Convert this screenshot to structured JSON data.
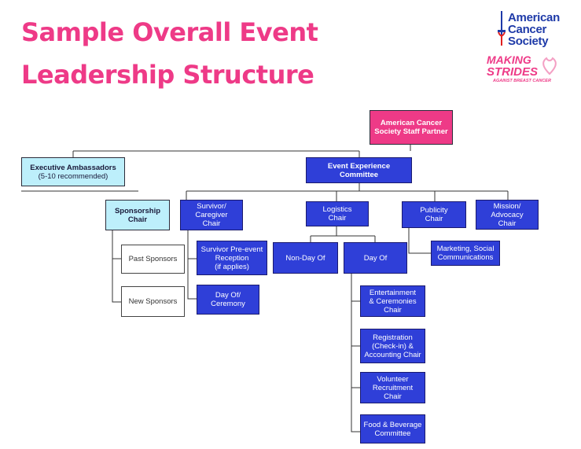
{
  "header": {
    "title_line1": "Sample Overall Event",
    "title_line2": "Leadership Structure"
  },
  "logo": {
    "line1": "American",
    "line2": "Cancer",
    "line3": "Society",
    "badge_line1": "MAKING",
    "badge_line2": "STRIDES",
    "badge_line3": "AGAINST BREAST CANCER",
    "brand_color": "#1e3aa8",
    "accent_color": "#ee3a87"
  },
  "colors": {
    "title": "#ee3a87",
    "box_blue": "#2f3fd8",
    "box_light": "#bdeffb",
    "box_pink": "#ee3a87"
  },
  "org": {
    "staff_partner": "American Cancer\nSociety Staff Partner",
    "exec_ambassadors": "Executive Ambassadors",
    "exec_ambassadors_note": "(5-10 recommended)",
    "event_experience": "Event Experience\nCommittee",
    "sponsorship": "Sponsorship\nChair",
    "past_sponsors": "Past Sponsors",
    "new_sponsors": "New Sponsors",
    "survivor": "Survivor/\nCaregiver\nChair",
    "survivor_pre": "Survivor Pre-event\nReception\n(if applies)",
    "day_of_ceremony": "Day Of/\nCeremony",
    "logistics": "Logistics\nChair",
    "non_day_of": "Non-Day Of",
    "day_of": "Day Of",
    "entertainment": "Entertainment\n& Ceremonies\nChair",
    "registration": "Registration\n(Check-in) &\nAccounting Chair",
    "volunteer": "Volunteer\nRecruitment\nChair",
    "food": "Food & Beverage\nCommittee",
    "publicity": "Publicity\nChair",
    "marketing": "Marketing, Social\nCommunications",
    "mission": "Mission/\nAdvocacy\nChair"
  }
}
